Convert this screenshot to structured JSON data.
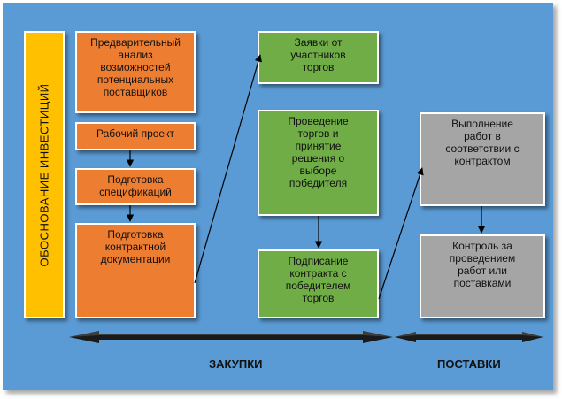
{
  "sidebar": {
    "label": "ОБОСНОВАНИЕ  ИНВЕСТИЦИЙ"
  },
  "left_column": {
    "box1": "Предварительный\nанализ\nвозможностей\nпотенциальных\nпоставщиков",
    "box2": "Рабочий проект",
    "box3": "Подготовка\nспецификаций",
    "box4": "Подготовка\nконтрактной\nдокументации"
  },
  "middle_column": {
    "box1": "Заявки от\nучастников\nторгов",
    "box2": "Проведение\nторгов и\nпринятие\nрешения о\nвыборе\nпобедителя",
    "box3": "Подписание\nконтракта с\nпобедителем\nторгов"
  },
  "right_column": {
    "box1": "Выполнение\nработ в\nсоответствии с\nконтрактом",
    "box2": "Контроль за\nпроведением\nработ или\nпоставками"
  },
  "timeline": {
    "purchases_label": "ЗАКУПКИ",
    "supplies_label": "ПОСТАВКИ"
  },
  "colors": {
    "background": "#5b9bd5",
    "sidebar": "#ffc000",
    "left_boxes": "#ed7d31",
    "middle_boxes": "#70ad47",
    "right_boxes": "#a5a5a5"
  }
}
